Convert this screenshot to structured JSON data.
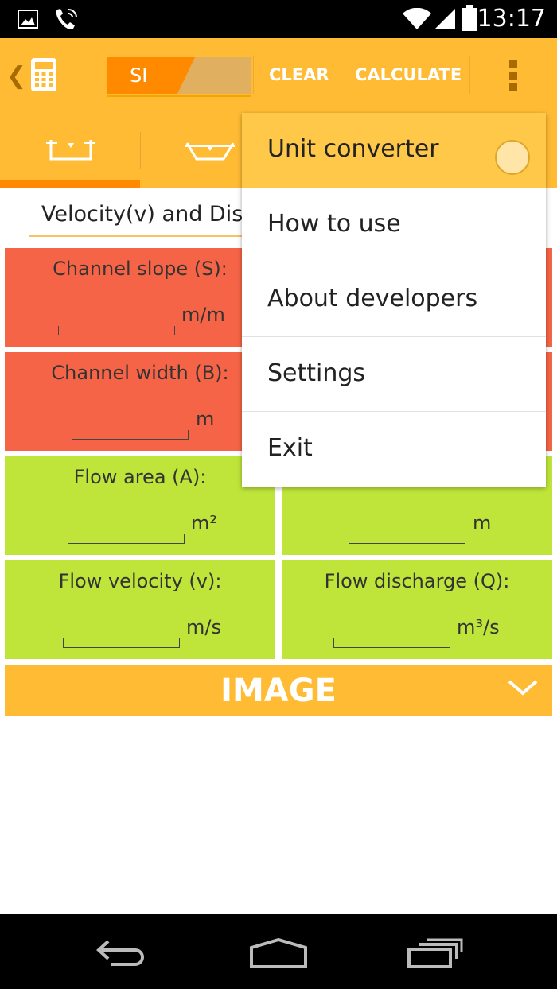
{
  "status_bar": {
    "time": "13:17",
    "icons": [
      "image-icon",
      "phone-call-icon",
      "wifi-icon",
      "signal-icon",
      "battery-icon"
    ]
  },
  "action_bar": {
    "unit_system": "SI",
    "clear_label": "CLEAR",
    "calculate_label": "CALCULATE"
  },
  "tabs": [
    {
      "icon": "rectangular-channel-icon",
      "selected": true
    },
    {
      "icon": "trapezoidal-channel-icon",
      "selected": false
    }
  ],
  "selector": {
    "value": "Velocity(v) and Discharge(Q)"
  },
  "form": {
    "slope_label": "Channel slope (S):",
    "slope_unit": "m/m",
    "width_label": "Channel width (B):",
    "width_unit": "m",
    "area_label": "Flow area (A):",
    "area_unit": "m²",
    "radius_unit": "m",
    "velocity_label": "Flow velocity (v):",
    "velocity_unit": "m/s",
    "discharge_label": "Flow discharge (Q):",
    "discharge_unit": "m³/s"
  },
  "image_section": {
    "label": "IMAGE"
  },
  "menu": {
    "items": [
      "Unit converter",
      "How to use",
      "About developers",
      "Settings",
      "Exit"
    ]
  },
  "colors": {
    "accent": "#ffbb33",
    "accent_dark": "#ff8a00",
    "input_card": "#f56446",
    "output_card": "#bfe53a"
  }
}
